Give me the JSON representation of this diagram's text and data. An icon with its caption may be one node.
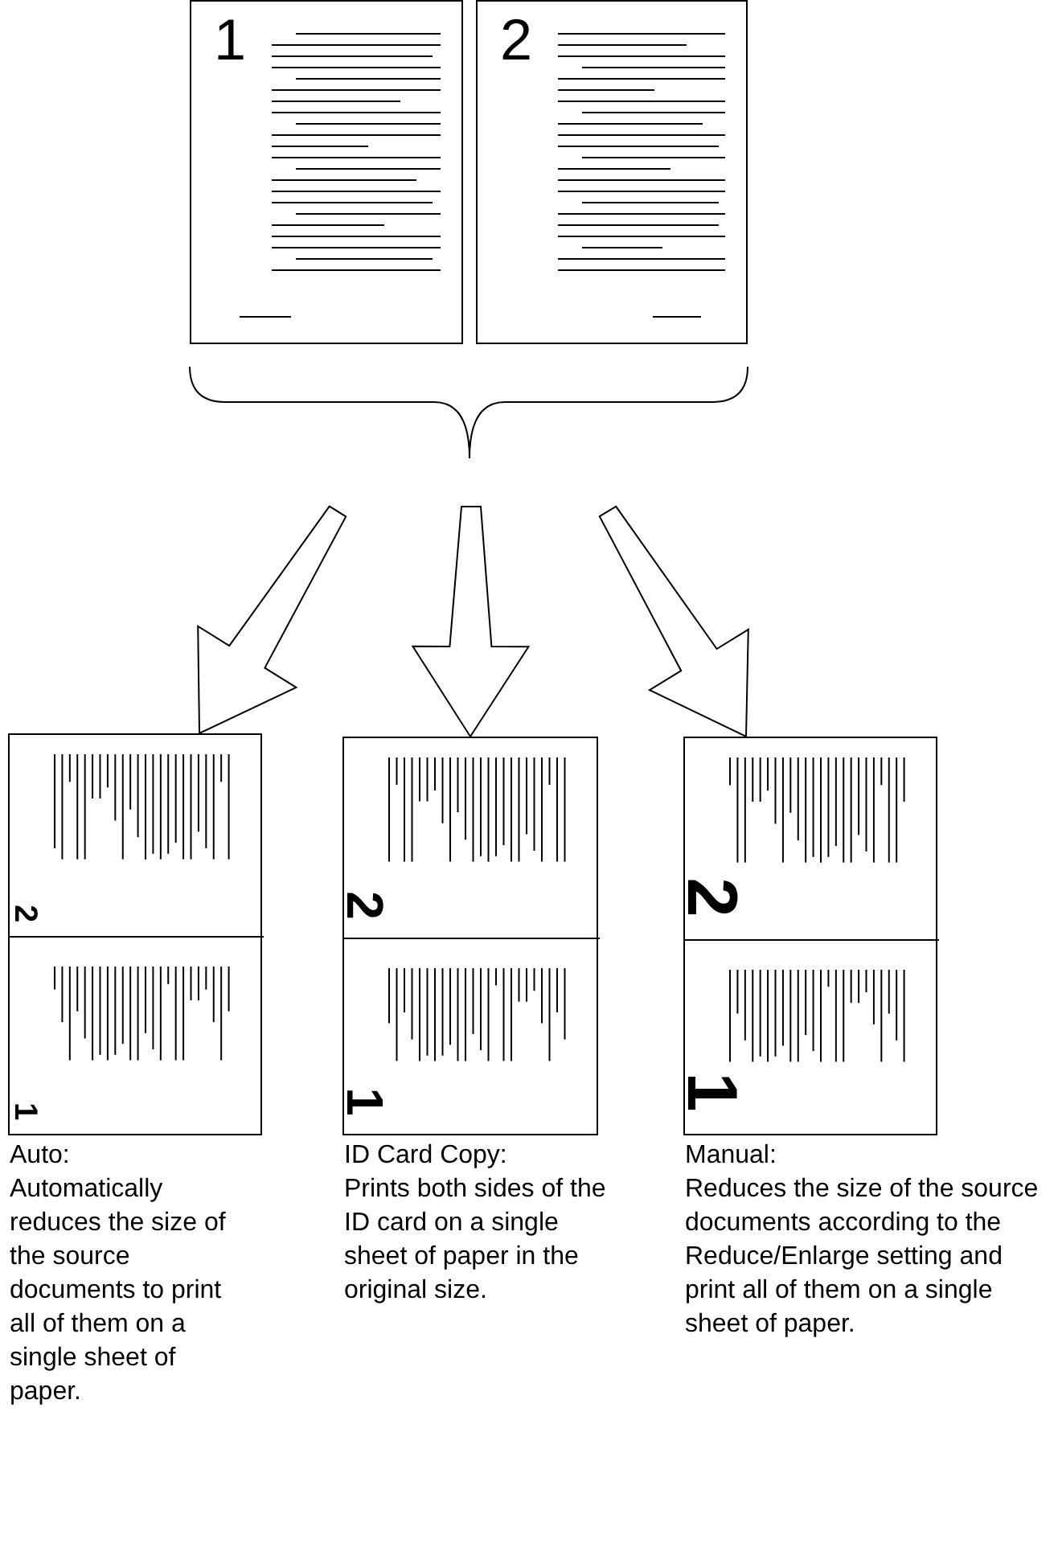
{
  "diagram": {
    "nodes": [
      {
        "text": [
          "1"
        ]
      },
      {
        "text": [
          "2"
        ]
      },
      {
        "text": [
          "Auto:",
          "Automatically reduces the size of the source documents to print all of them on a single sheet of paper."
        ]
      },
      {
        "text": [
          "2"
        ],
        "in": 2
      },
      {
        "text": [
          "1"
        ],
        "in": 2
      },
      {
        "text": [
          "ID Card Copy:",
          "Prints both sides of the ID card on a single sheet of paper in the original size."
        ]
      },
      {
        "text": [
          "2"
        ],
        "in": 5
      },
      {
        "text": [
          "1"
        ],
        "in": 5
      },
      {
        "text": [
          "Manual:",
          "Reduces the size of the source documents according to the Reduce/Enlarge setting and print all of them on a single sheet of paper."
        ]
      },
      {
        "text": [
          "2"
        ],
        "in": 8
      },
      {
        "text": [
          "1"
        ],
        "in": 8
      }
    ],
    "edges": [
      {
        "from": null,
        "to": 2,
        "arrow": "to"
      },
      {
        "from": null,
        "to": 5,
        "arrow": "to"
      },
      {
        "from": null,
        "to": 8,
        "arrow": "to"
      }
    ]
  }
}
